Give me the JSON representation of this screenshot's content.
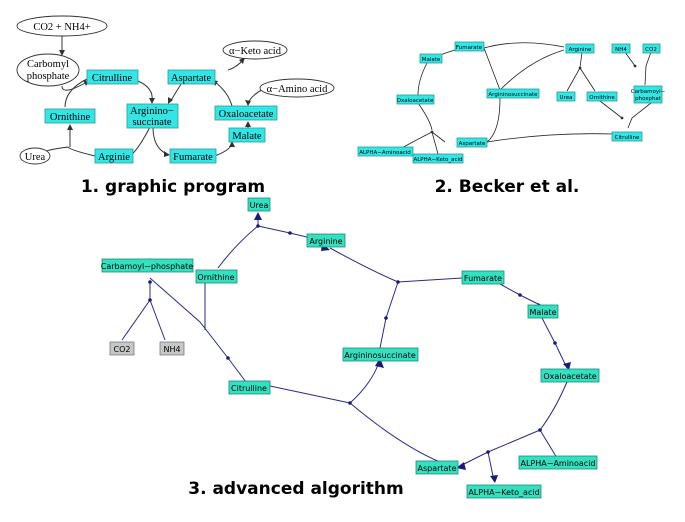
{
  "captions": {
    "graphic": "1. graphic program",
    "becker": "2. Becker et al.",
    "advanced": "3. advanced algorithm"
  },
  "panel1": {
    "co2_nh4": "CO2 + NH4+",
    "carbomyl_line1": "Carbomyl",
    "carbomyl_line2": "phosphate",
    "citrulline": "Citrulline",
    "aspartate": "Aspartate",
    "keto_acid": "α−Keto acid",
    "amino_acid": "α−Amino acid",
    "argino_line1": "Arginino−",
    "argino_line2": "succinate",
    "ornithine": "Ornithine",
    "oxaloacetate": "Oxaloacetate",
    "malate": "Malate",
    "urea": "Urea",
    "arginie": "Arginie",
    "fumarate": "Fumarate"
  },
  "panel2": {
    "fumarate": "Fumarate",
    "arginine": "Arginine",
    "nh4": "NH4",
    "co2": "CO2",
    "malate": "Malate",
    "urea": "Urea",
    "ornithine": "Ornithine",
    "carbamoyl_line1": "Carbamoyl−",
    "carbamoyl_line2": "phosphat",
    "argininosuccinate": "Argininosuccinate",
    "oxaloacetate": "Oxaloacetate",
    "citrulline": "Citrulline",
    "aspartate": "Aspartate",
    "alpha_aminoacid": "ALPHA−Aminoacid",
    "alpha_keto": "ALPHA−Keto_acid"
  },
  "panel3": {
    "urea": "Urea",
    "arginine": "Arginine",
    "carbamoyl_phosphate": "Carbamoyl−phosphate",
    "ornithine": "Ornithine",
    "fumarate": "Fumarate",
    "malate": "Malate",
    "co2": "CO2",
    "nh4": "NH4",
    "argininosuccinate": "Argininosuccinate",
    "oxaloacetate": "Oxaloacetate",
    "citrulline": "Citrulline",
    "alpha_aminoacid": "ALPHA−Aminoacid",
    "aspartate": "Aspartate",
    "alpha_keto": "ALPHA−Keto_acid"
  }
}
